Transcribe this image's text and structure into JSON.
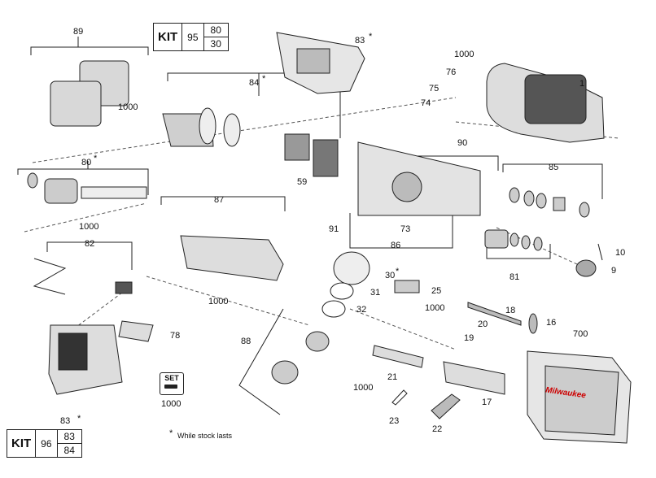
{
  "callouts": {
    "c89": "89",
    "c95": "95",
    "c83top": "83",
    "c1000a": "1000",
    "c76": "76",
    "c75": "75",
    "c1": "1",
    "c74": "74",
    "c84": "84",
    "c1000b": "1000",
    "c80": "80",
    "c90": "90",
    "c85": "85",
    "c59": "59",
    "c87": "87",
    "c1000c": "1000",
    "c91": "91",
    "c73": "73",
    "c86": "86",
    "c82": "82",
    "c10": "10",
    "c81": "81",
    "c9": "9",
    "c30": "30",
    "c31": "31",
    "c25": "25",
    "c1000d": "1000",
    "c1000e": "1000",
    "c32": "32",
    "c18": "18",
    "c700": "700",
    "c78": "78",
    "c88": "88",
    "c20": "20",
    "c16": "16",
    "c19": "19",
    "c21": "21",
    "c1000f": "1000",
    "c17": "17",
    "c1000g": "1000",
    "c23": "23",
    "c22": "22",
    "c83bot": "83"
  },
  "asterisk": "*",
  "kits": {
    "top": {
      "word": "KIT",
      "number": "95",
      "items": [
        "80",
        "30"
      ]
    },
    "bottom": {
      "word": "KIT",
      "number": "96",
      "items": [
        "83",
        "84"
      ]
    }
  },
  "set_badge": {
    "word": "SET",
    "number": "1000"
  },
  "footnote": "While stock lasts",
  "case_brand": "Milwaukee"
}
